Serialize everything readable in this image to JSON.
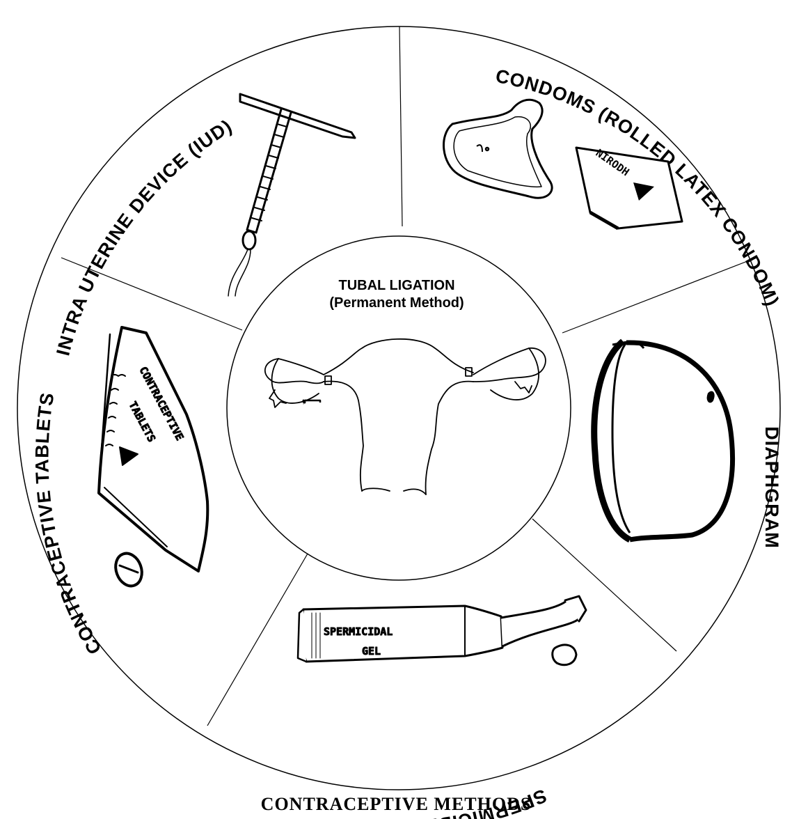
{
  "center": {
    "title_line1": "TUBAL LIGATION",
    "title_line2": "(Permanent Method)"
  },
  "segments": {
    "iud": "INTRA UTERINE DEVICE (IUD)",
    "condoms": "CONDOMS (ROLLED LATEX CONDOM)",
    "diaphragm": "DIAPHGRAM",
    "gel": "SPERMICIDAL GEL",
    "tablets": "CONTRACEPTIVE TABLETS"
  },
  "drawings": {
    "condom_pack_text": "NIRODH",
    "tablets_pack_line1": "CONTRACEPTIVE",
    "tablets_pack_line2": "TABLETS",
    "gel_tube_line1": "SPERMICIDAL",
    "gel_tube_line2": "GEL"
  },
  "caption": "CONTRACEPTIVE METHODS",
  "icons": [
    "iud-icon",
    "condom-icon",
    "condom-packet-icon",
    "uterus-icon",
    "diaphragm-icon",
    "gel-tube-icon",
    "tablet-packet-icon",
    "tablet-icon"
  ]
}
